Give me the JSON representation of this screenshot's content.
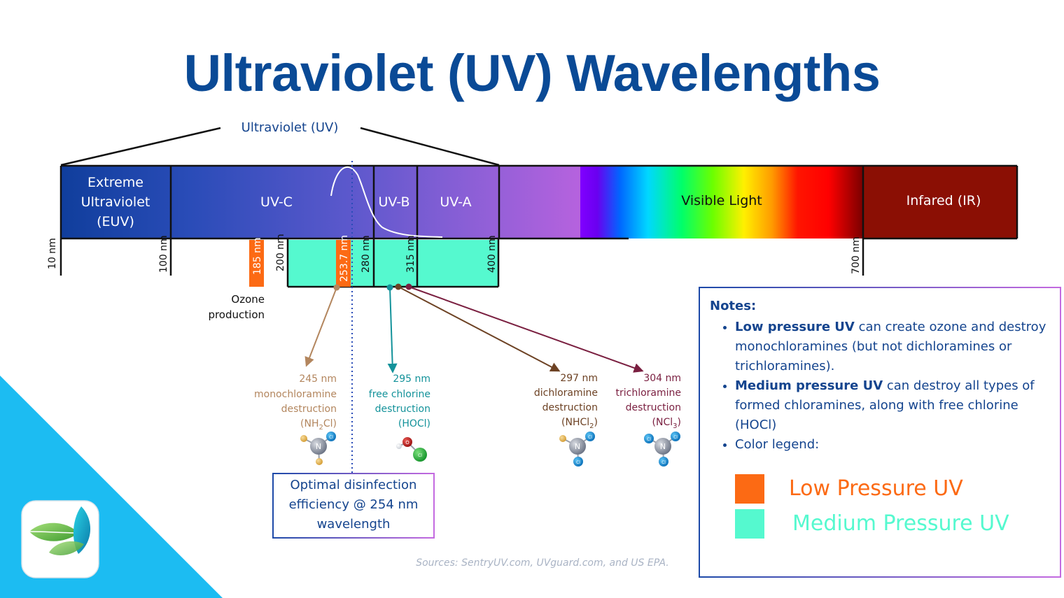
{
  "title": "Ultraviolet (UV) Wavelengths",
  "uv_bracket_label": "Ultraviolet (UV)",
  "bands": {
    "euv": [
      "Extreme",
      "Ultraviolet",
      "(EUV)"
    ],
    "uvc": "UV-C",
    "uvb": "UV-B",
    "uva": "UV-A",
    "visible": "Visible Light",
    "ir": "Infared (IR)"
  },
  "ticks": [
    "10 nm",
    "100 nm",
    "185 nm",
    "200 nm",
    "253.7 nm",
    "280 nm",
    "315 nm",
    "400 nm",
    "700 nm"
  ],
  "ozone_label": [
    "Ozone",
    "production"
  ],
  "annotations": [
    {
      "id": "monochloramine",
      "lines": [
        "245 nm",
        "monochloramine",
        "destruction"
      ],
      "formula": [
        "(NH",
        "2",
        "Cl)"
      ],
      "color": "#b3865e"
    },
    {
      "id": "free-chlorine",
      "lines": [
        "295 nm",
        "free chlorine",
        "destruction"
      ],
      "formula": [
        "(HOCl)"
      ],
      "color": "#13929a"
    },
    {
      "id": "dichloramine",
      "lines": [
        "297 nm",
        "dichloramine",
        "destruction"
      ],
      "formula": [
        "(NHCl",
        "2",
        ")"
      ],
      "color": "#6d4224"
    },
    {
      "id": "trichloramine",
      "lines": [
        "304 nm",
        "trichloramine",
        "destruction"
      ],
      "formula": [
        "(NCl",
        "3",
        ")"
      ],
      "color": "#7a1f40"
    }
  ],
  "molecule_labels": {
    "nitrogen": "N",
    "chlorine": "Cl",
    "oxygen": "O"
  },
  "optimal_box": [
    "Optimal disinfection",
    "efficiency @ 254 nm",
    "wavelength"
  ],
  "notes": {
    "title": "Notes:",
    "items": [
      {
        "bold": "Low pressure UV",
        "text": " can create ozone and destroy monochloramines (but not dichloramines or trichloramines)."
      },
      {
        "bold": "Medium pressure UV",
        "text": " can destroy all types of formed chloramines, along with free chlorine (HOCl)"
      },
      {
        "bold": "",
        "text": "Color legend:"
      }
    ]
  },
  "legend": [
    {
      "label": "Low Pressure UV",
      "color": "#fc6a14"
    },
    {
      "label": "Medium Pressure UV",
      "color": "#55f9cf"
    }
  ],
  "sources": "Sources: SentryUV.com, UVguard.com, and US EPA.",
  "colors": {
    "title": "#0a4a96",
    "uv_dark": "#0e3f9e",
    "uv_purple": "#b261dc",
    "ir": "#8b0f04",
    "corner": "#1cbcf2",
    "low_pressure": "#fc6a14",
    "medium_pressure": "#55f9cf"
  }
}
